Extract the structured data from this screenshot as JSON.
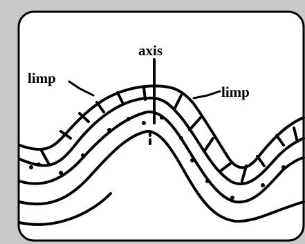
{
  "figure": {
    "axis_label": "axis",
    "left_limb_label": "limp",
    "right_limb_label": "limp",
    "colors": {
      "outer_background": "#c8c8c8",
      "panel_background": "#ffffff",
      "ink": "#000000"
    }
  }
}
